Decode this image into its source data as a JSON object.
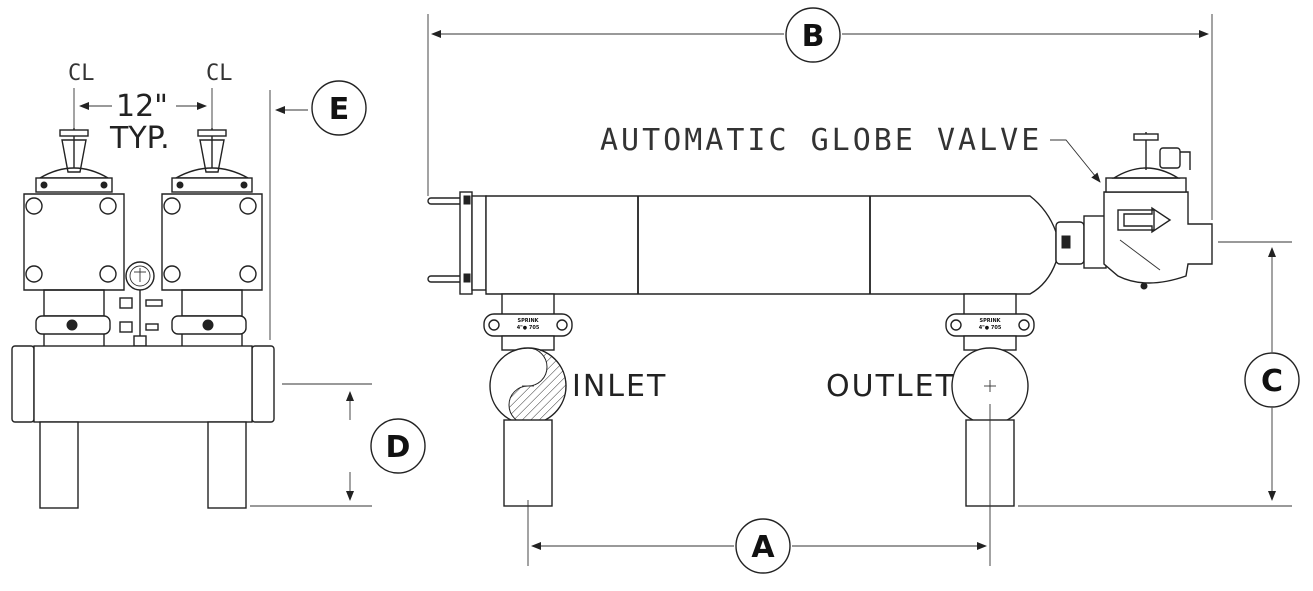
{
  "callouts": {
    "a": "A",
    "b": "B",
    "c": "C",
    "d": "D",
    "e": "E"
  },
  "labels": {
    "centerline": "CL",
    "spacing": "12\"",
    "spacing_note": "TYP.",
    "valve": "AUTOMATIC GLOBE VALVE",
    "inlet": "INLET",
    "outlet": "OUTLET",
    "clamp_brand": "SPRINK",
    "clamp_size": "4\"● 705"
  }
}
